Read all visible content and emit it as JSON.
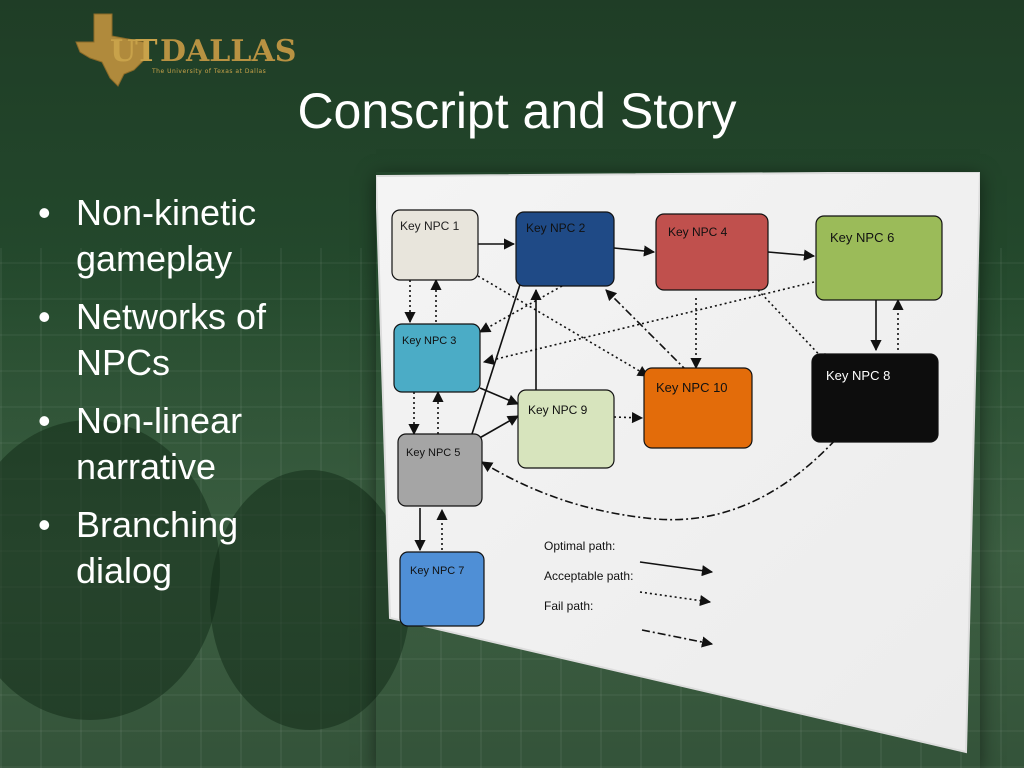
{
  "slide": {
    "title": "Conscript and Story",
    "logo": {
      "text_ut": "UT",
      "text_dallas": "DALLAS",
      "subtitle": "The University of Texas at Dallas"
    },
    "bullets": [
      {
        "label": "Non-kinetic gameplay"
      },
      {
        "label": "Networks of NPCs"
      },
      {
        "label": "Non-linear narrative"
      },
      {
        "label": "Branching dialog"
      }
    ]
  },
  "diagram": {
    "nodes": [
      {
        "id": "npc1",
        "label": "Key NPC 1",
        "color": "#e8e5dc",
        "text_color": "#222222"
      },
      {
        "id": "npc2",
        "label": "Key NPC 2",
        "color": "#1f4a86",
        "text_color": "#111111"
      },
      {
        "id": "npc4",
        "label": "Key NPC 4",
        "color": "#c0504d",
        "text_color": "#111111"
      },
      {
        "id": "npc6",
        "label": "Key NPC 6",
        "color": "#9bbb59",
        "text_color": "#111111"
      },
      {
        "id": "npc3",
        "label": "Key NPC 3",
        "color": "#4bacc6",
        "text_color": "#111111"
      },
      {
        "id": "npc10",
        "label": "Key NPC 10",
        "color": "#e36c0a",
        "text_color": "#111111"
      },
      {
        "id": "npc8",
        "label": "Key NPC 8",
        "color": "#0d0d0d",
        "text_color": "#ffffff"
      },
      {
        "id": "npc9",
        "label": "Key NPC 9",
        "color": "#d7e4bd",
        "text_color": "#111111"
      },
      {
        "id": "npc5",
        "label": "Key NPC 5",
        "color": "#a5a5a5",
        "text_color": "#111111"
      },
      {
        "id": "npc7",
        "label": "Key NPC 7",
        "color": "#4f8fd6",
        "text_color": "#111111"
      }
    ],
    "legend": [
      {
        "label": "Optimal path:",
        "style": "solid"
      },
      {
        "label": "Acceptable path:",
        "style": "dotted"
      },
      {
        "label": "Fail path:",
        "style": "dash-dot"
      }
    ]
  }
}
